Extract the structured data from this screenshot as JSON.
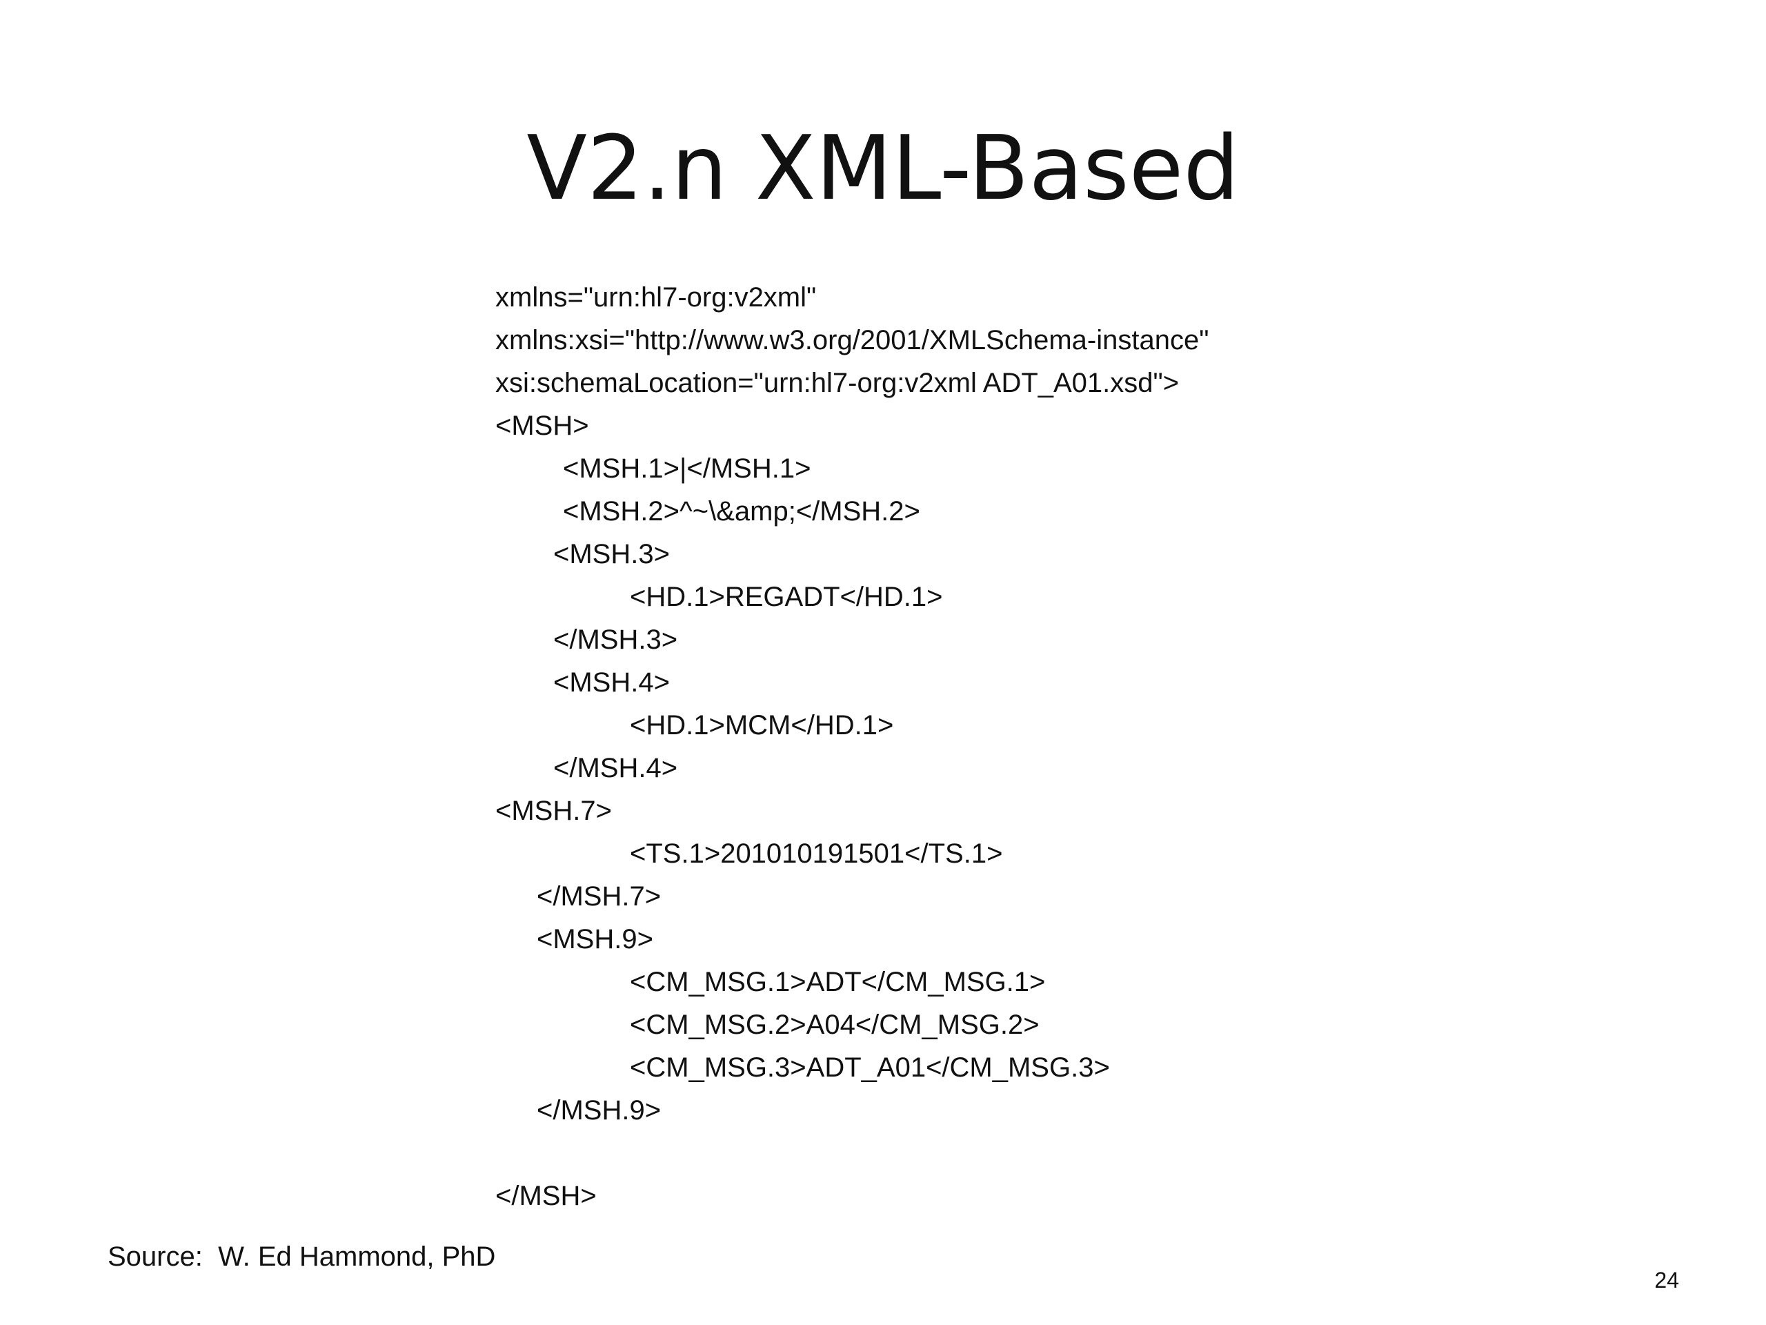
{
  "slide": {
    "title": "V2.n XML-Based",
    "code_lines": [
      {
        "text": "xmlns=\"urn:hl7-org:v2xml\"",
        "indent": 0
      },
      {
        "text": "xmlns:xsi=\"http://www.w3.org/2001/XMLSchema-instance\"",
        "indent": 0
      },
      {
        "text": "xsi:schemaLocation=\"urn:hl7-org:v2xml ADT_A01.xsd\">",
        "indent": 0
      },
      {
        "text": "<MSH>",
        "indent": 0
      },
      {
        "text": "<MSH.1>|</MSH.1>",
        "indent": 2
      },
      {
        "text": "<MSH.2>^~\\&amp;</MSH.2>",
        "indent": 2
      },
      {
        "text": "<MSH.3>",
        "indent": 1
      },
      {
        "text": "<HD.1>REGADT</HD.1>",
        "indent": 4
      },
      {
        "text": "</MSH.3>",
        "indent": 1
      },
      {
        "text": "<MSH.4>",
        "indent": 1
      },
      {
        "text": "<HD.1>MCM</HD.1>",
        "indent": 4
      },
      {
        "text": "</MSH.4>",
        "indent": 1
      },
      {
        "text": "<MSH.7>",
        "indent": 0
      },
      {
        "text": "<TS.1>201010191501</TS.1>",
        "indent": 4
      },
      {
        "text": "</MSH.7>",
        "indent": 3
      },
      {
        "text": "<MSH.9>",
        "indent": 3
      },
      {
        "text": "<CM_MSG.1>ADT</CM_MSG.1>",
        "indent": 4
      },
      {
        "text": "<CM_MSG.2>A04</CM_MSG.2>",
        "indent": 4
      },
      {
        "text": "<CM_MSG.3>ADT_A01</CM_MSG.3>",
        "indent": 4
      },
      {
        "text": "</MSH.9>",
        "indent": 3
      },
      {
        "text": "",
        "indent": 0
      },
      {
        "text": "</MSH>",
        "indent": 0
      }
    ],
    "source": "Source:  W. Ed Hammond, PhD",
    "page_number": "24"
  }
}
